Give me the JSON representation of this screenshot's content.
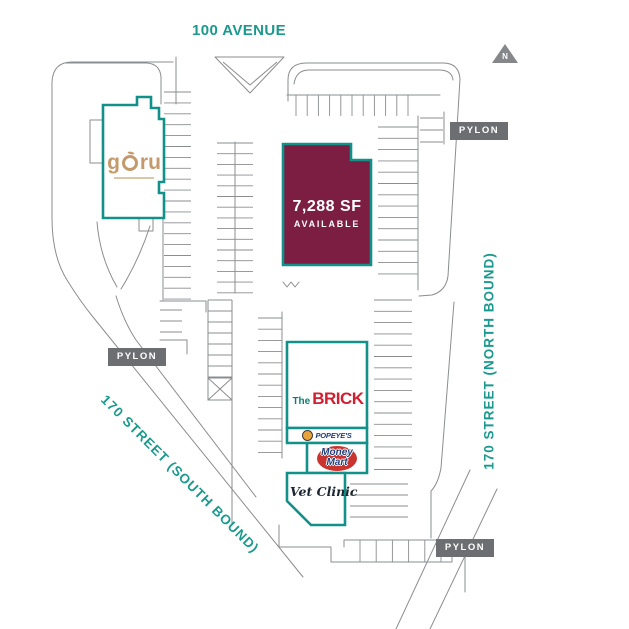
{
  "streets": {
    "avenue_top": "100 AVENUE",
    "street_right": "170 STREET (NORTH BOUND)",
    "street_left": "170 STREET (SOUTH BOUND)"
  },
  "north_arrow": {
    "label": "N"
  },
  "pylons": {
    "right": "PYLON",
    "left": "PYLON",
    "bottom": "PYLON"
  },
  "available_unit": {
    "area": "7,288 SF",
    "status": "AVAILABLE"
  },
  "tenants": {
    "guru": {
      "part1": "g",
      "part2": "ru"
    },
    "the_brick": {
      "prefix": "The",
      "name": "BRICK"
    },
    "popeyes": {
      "name": "POPEYE'S"
    },
    "money_mart": {
      "line1": "Money",
      "line2": "Mart"
    },
    "vet_clinic": {
      "name": "Vet Clinic"
    }
  },
  "colors": {
    "teal_outline": "#12918A",
    "teal_text": "#1A9A8E",
    "available_maroon": "#7B1E41",
    "line_gray": "#8B8D90",
    "pylon_gray": "#6D6E71",
    "guru_tan": "#C49A6C",
    "brick_red": "#CE2030",
    "popeyes_navy": "#1F3E7E",
    "money_mart_red": "#C9342E",
    "money_mart_navy": "#1D3D7B"
  }
}
